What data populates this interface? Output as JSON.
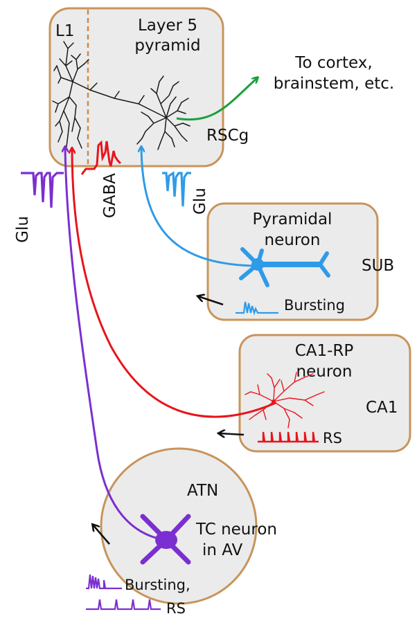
{
  "regions": {
    "rscg": {
      "label": "RSCg",
      "layer1_label": "L1",
      "cell_label_line1": "Layer 5",
      "cell_label_line2": "pyramid",
      "output_line1": "To cortex,",
      "output_line2": "brainstem, etc."
    },
    "sub": {
      "label": "SUB",
      "cell_label_line1": "Pyramidal",
      "cell_label_line2": "neuron",
      "firing": "Bursting"
    },
    "ca1": {
      "label": "CA1",
      "cell_label_line1": "CA1-RP",
      "cell_label_line2": "neuron",
      "firing": "RS"
    },
    "atn": {
      "label": "ATN",
      "cell_label_line1": "TC neuron",
      "cell_label_line2": "in AV",
      "firing_line1": "Bursting,",
      "firing_line2": "RS"
    }
  },
  "inputs": [
    {
      "label": "Glu",
      "color": "#7b2fd0"
    },
    {
      "label": "GABA",
      "color": "#e8141c"
    },
    {
      "label": "Glu",
      "color": "#2f9be8"
    }
  ],
  "colors": {
    "box_fill": "#ebebeb",
    "box_stroke": "#c8945a",
    "atn": "#7b2fd0",
    "ca1": "#e8141c",
    "sub": "#2f9be8",
    "output": "#19a03c"
  }
}
